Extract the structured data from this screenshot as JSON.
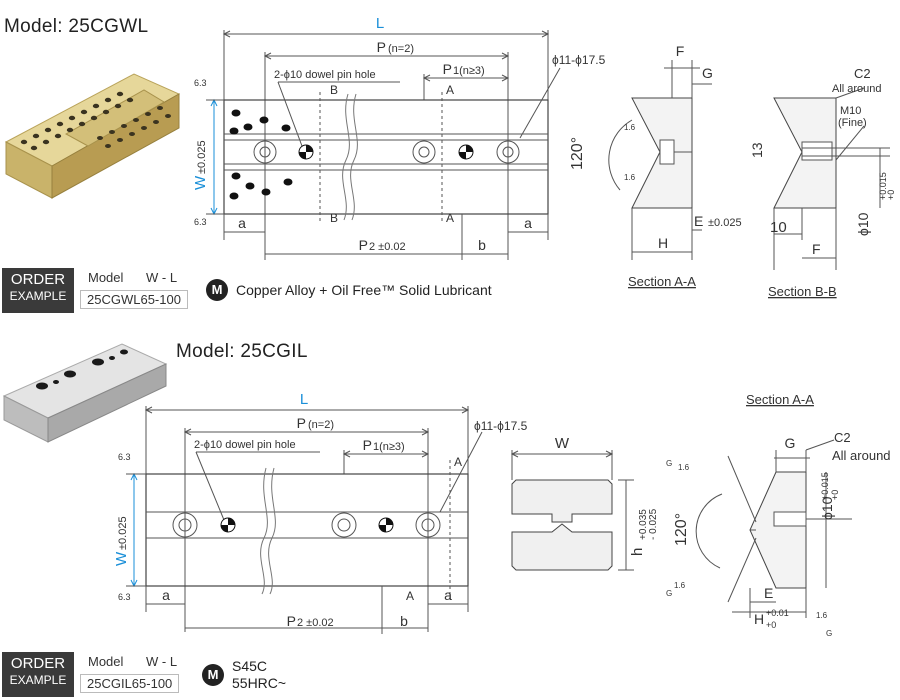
{
  "top": {
    "model_title": "Model: 25CGWL",
    "dim_L": "L",
    "dim_P": "P",
    "dim_P_sub": "(n=2)",
    "dim_P1": "P",
    "dim_P1_sub": "1(n≥3)",
    "dowel_note": "2-ϕ10 dowel pin hole",
    "hole_note": "ϕ11-ϕ17.5",
    "dim_W": "W",
    "dim_W_tol": "±0.025",
    "dim_a": "a",
    "dim_a2": "a",
    "dim_b": "b",
    "dim_P2": "P",
    "dim_P2_sub": "2 ±0.02",
    "mark_B": "B",
    "mark_A": "A",
    "roughness": "6.3",
    "section_aa": {
      "title": "Section A-A",
      "F": "F",
      "G": "G",
      "angle": "120°",
      "E": "E",
      "E_tol": "±0.025",
      "H": "H",
      "r16": "1.6"
    },
    "section_bb": {
      "title": "Section B-B",
      "C2": "C2",
      "all_around": "All around",
      "M10": "M10",
      "fine": "(Fine)",
      "dim13": "13",
      "dim10": "10",
      "F": "F",
      "phi10": "ϕ10",
      "tol_up": "+0.015",
      "tol_dn": "+0"
    },
    "order": {
      "order_label": "ORDER",
      "example_label": "EXAMPLE",
      "col_model": "Model",
      "col_wl": "W - L",
      "example": "25CGWL65-100",
      "material_badge": "M",
      "material": "Copper Alloy + Oil Free™ Solid Lubricant"
    }
  },
  "bottom": {
    "model_title": "Model: 25CGIL",
    "dim_L": "L",
    "dim_P": "P",
    "dim_P_sub": "(n=2)",
    "dim_P1": "P",
    "dim_P1_sub": "1(n≥3)",
    "dowel_note": "2-ϕ10 dowel pin hole",
    "hole_note": "ϕ11-ϕ17.5",
    "dim_W": "W",
    "dim_W_tol": "±0.025",
    "dim_a": "a",
    "dim_a2": "a",
    "dim_b": "b",
    "dim_P2": "P",
    "dim_P2_sub": "2 ±0.02",
    "mark_A": "A",
    "roughness": "6.3",
    "end_view": {
      "W": "W",
      "h": "h",
      "tol_up": "+0.035",
      "tol_dn": "- 0.025"
    },
    "section_aa": {
      "title": "Section A-A",
      "G": "G",
      "C2": "C2",
      "all_around": "All around",
      "angle": "120°",
      "phi10": "ϕ10",
      "tol_up": "+0.015",
      "tol_dn": "+0",
      "E": "E",
      "H": "H",
      "H_up": "+0.01",
      "H_dn": "+0",
      "r16": "1.6",
      "g": "G"
    },
    "order": {
      "order_label": "ORDER",
      "example_label": "EXAMPLE",
      "col_model": "Model",
      "col_wl": "W - L",
      "example": "25CGIL65-100",
      "material_badge": "M",
      "material_line1": "S45C",
      "material_line2": "55HRC~"
    }
  },
  "colors": {
    "accent_blue": "#1a8fd8",
    "line": "#555555",
    "brass": "#d8c47a",
    "steel": "#cfcfcf"
  }
}
